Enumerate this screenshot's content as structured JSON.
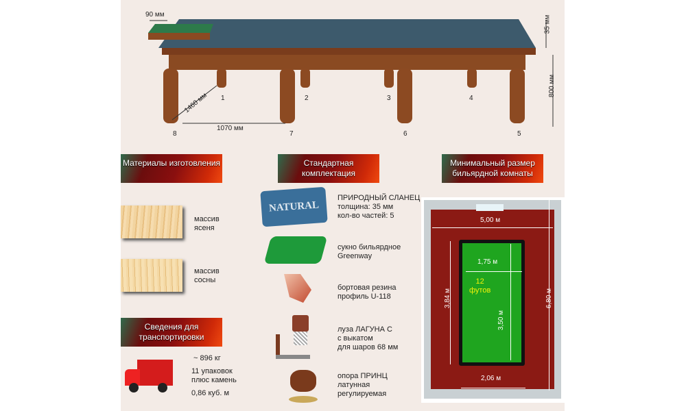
{
  "table_diagram": {
    "cushion_width": "90 мм",
    "slate_thickness": "35 мм",
    "table_height": "800 мм",
    "width_dim": "1460 мм",
    "leg_spacing": "1070 мм",
    "leg_numbers": [
      "1",
      "2",
      "3",
      "4",
      "5",
      "6",
      "7",
      "8"
    ]
  },
  "materials": {
    "title": "Материалы изготовления",
    "items": [
      {
        "label": "массив ясеня"
      },
      {
        "label": "массив сосны"
      }
    ]
  },
  "transport": {
    "title": "Сведения для транспортировки",
    "weight": "~ 896 кг",
    "packages": "11 упаковок плюс камень",
    "volume": "0,86 куб. м"
  },
  "standard": {
    "title": "Стандартная комплектация",
    "items": [
      {
        "icon": "slate",
        "lines": [
          "ПРИРОДНЫЙ СЛАНЕЦ",
          "толщина: 35 мм",
          "кол-во частей: 5"
        ],
        "badge": "NATURAL"
      },
      {
        "icon": "cloth",
        "lines": [
          "сукно бильярдное",
          "Greenway"
        ]
      },
      {
        "icon": "rubber",
        "lines": [
          "бортовая резина",
          "профиль U-118"
        ]
      },
      {
        "icon": "pocket",
        "lines": [
          "луза ЛАГУНА С",
          "с выкатом",
          "для шаров 68 мм"
        ]
      },
      {
        "icon": "leg-support",
        "lines": [
          "опора ПРИНЦ",
          "латунная",
          "регулируемая"
        ]
      }
    ]
  },
  "room": {
    "title": "Минимальный размер бильярдной комнаты",
    "room_width": "5,00 м",
    "room_length": "6,80 м",
    "table_outer_length": "3,84 м",
    "table_outer_width": "2,06 м",
    "play_width": "1,75 м",
    "play_length": "3,50 м",
    "table_size": "12",
    "table_unit": "футов",
    "colors": {
      "carpet": "#8b1a14",
      "cloth": "#1fa51f",
      "wall": "#c9d0d3"
    }
  }
}
